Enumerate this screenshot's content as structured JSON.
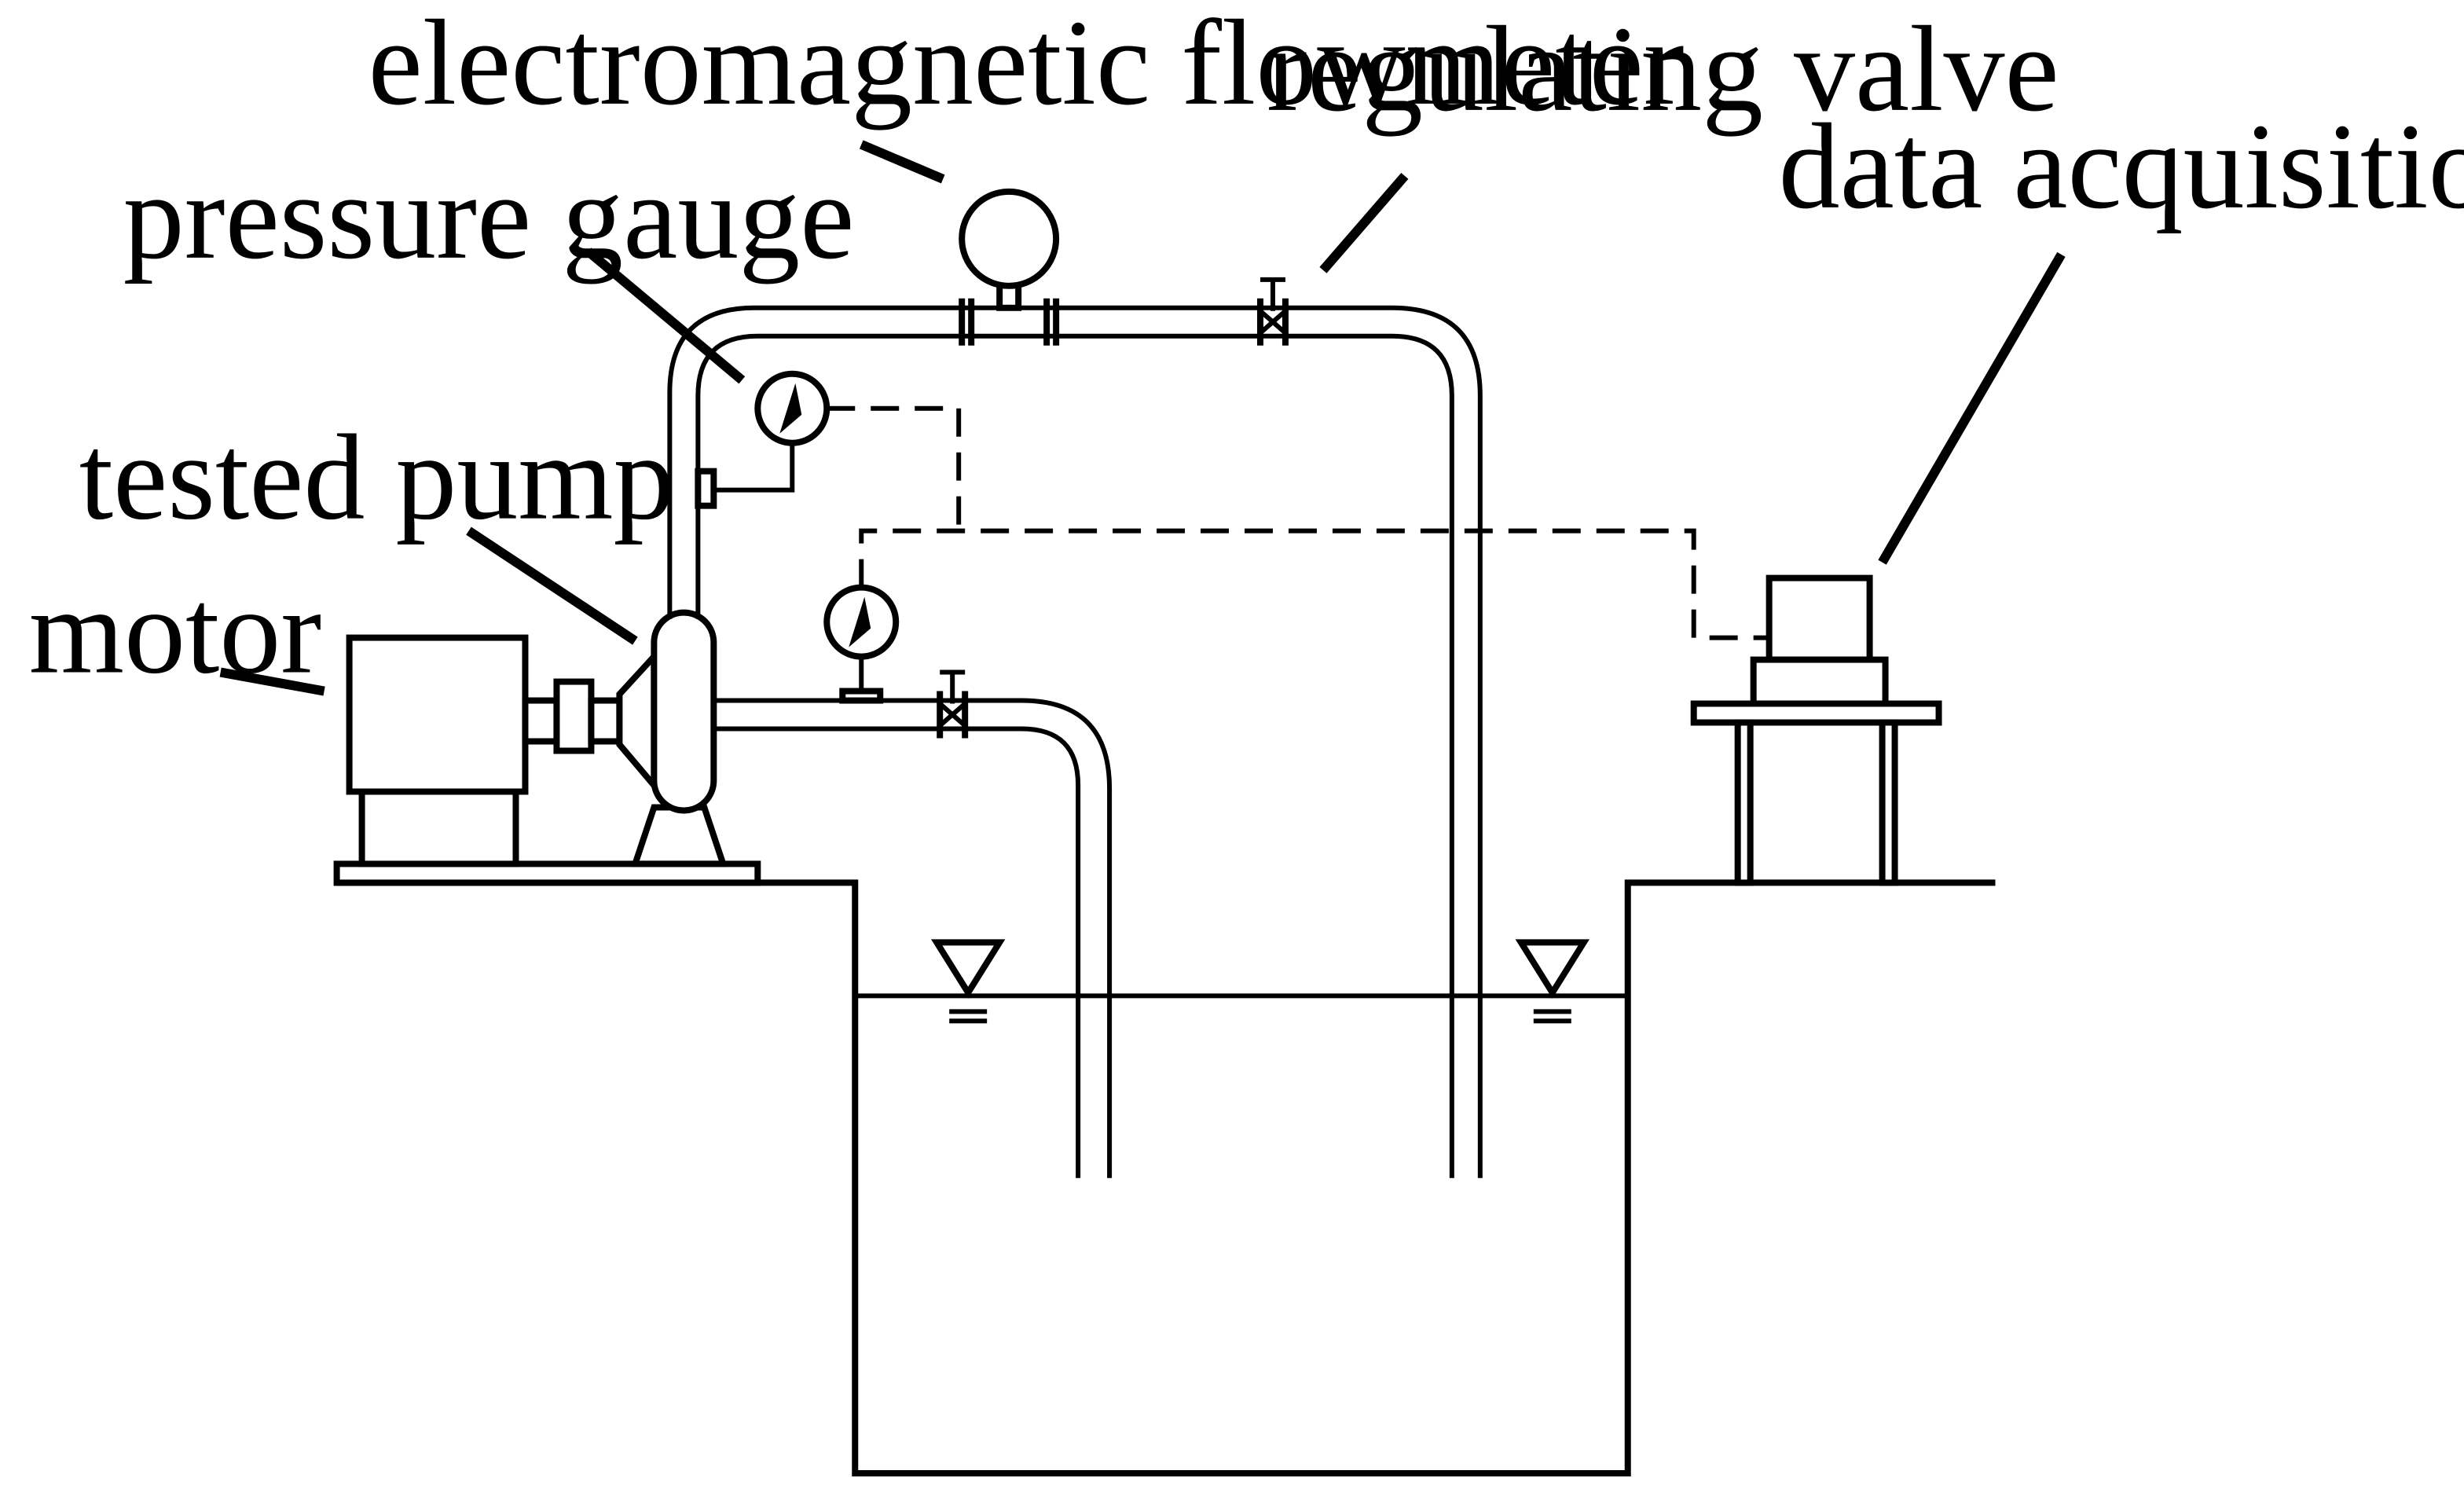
{
  "labels": {
    "flowmeter": "electromagnetic flowmeter",
    "regulating_valve": "regulating valve",
    "data_acquisition": "data acquisition system",
    "pressure_gauge": "pressure gauge",
    "tested_pump": "tested pump",
    "motor": "motor"
  },
  "colors": {
    "line": "#000000",
    "background": "#ffffff"
  }
}
